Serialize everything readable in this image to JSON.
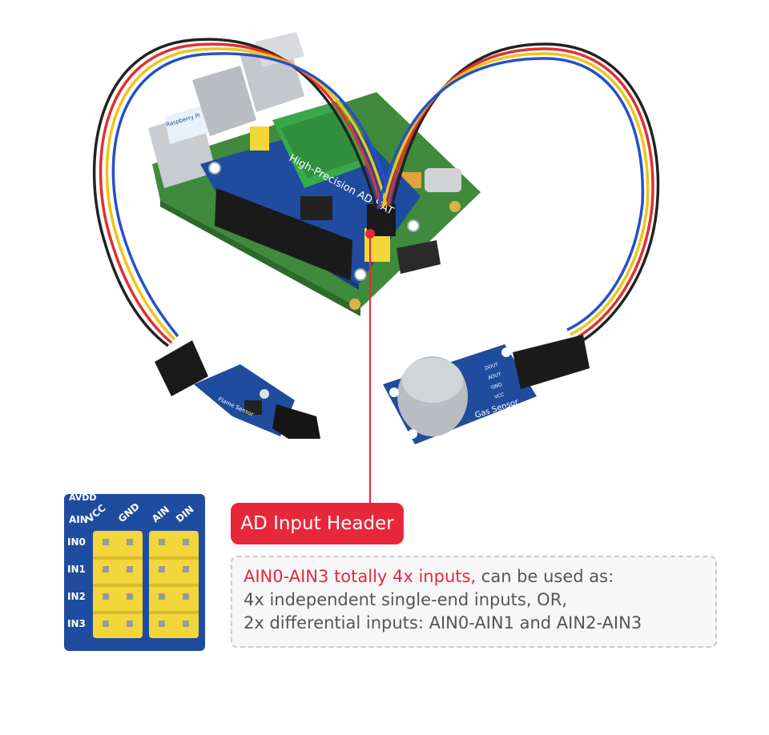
{
  "colors": {
    "accent": "#e8283a",
    "pcb_blue": "#1f4c9e",
    "pcb_green": "#3f8a3c",
    "header_yellow": "#f2d63a",
    "text_gray": "#555555"
  },
  "board": {
    "title": "High-Precision AD HAT",
    "sticker": "Raspberry Pi"
  },
  "modules": {
    "flame_sensor": "Flame Sensor",
    "gas_sensor": "Gas Sensor",
    "gas_pins": [
      "DOUT",
      "AOUT",
      "GND",
      "VCC"
    ]
  },
  "inset": {
    "top_label": "AVDD",
    "column_labels": [
      "VCC",
      "GND",
      "AIN",
      "DIN"
    ],
    "row_header": "AIN",
    "row_labels": [
      "IN0",
      "IN1",
      "IN2",
      "IN3"
    ]
  },
  "callout": {
    "label": "AD Input Header"
  },
  "description": {
    "highlight": "AIN0-AIN3 totally 4x inputs,",
    "rest_first_line": " can be used as:",
    "line2": "4x independent single-end inputs, OR,",
    "line3": "2x differential inputs: AIN0-AIN1 and AIN2-AIN3"
  }
}
